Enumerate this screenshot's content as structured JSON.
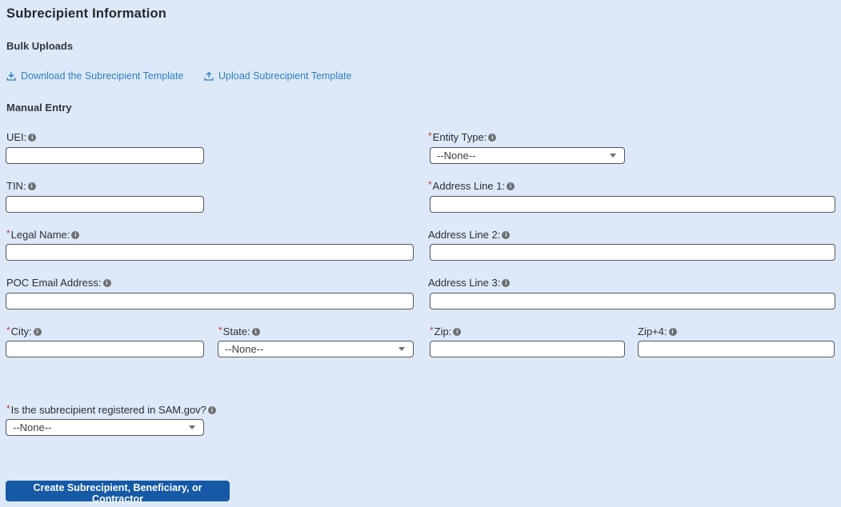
{
  "header": {
    "title": "Subrecipient Information"
  },
  "bulk_uploads": {
    "heading": "Bulk Uploads",
    "download_link": "Download the Subrecipient Template",
    "upload_link": "Upload Subrecipient Template"
  },
  "manual_entry": {
    "heading": "Manual Entry"
  },
  "fields": {
    "uei": {
      "label": "UEI:",
      "star": "",
      "value": ""
    },
    "entity_type": {
      "label": "Entity Type:",
      "star": "*",
      "value": "--None--"
    },
    "tin": {
      "label": "TIN:",
      "star": "",
      "value": ""
    },
    "address1": {
      "label": "Address Line 1:",
      "star": "*",
      "value": ""
    },
    "legal_name": {
      "label": "Legal Name:",
      "star": "*",
      "value": ""
    },
    "address2": {
      "label": "Address Line 2:",
      "star": "",
      "value": ""
    },
    "poc_email": {
      "label": "POC Email Address:",
      "star": "",
      "value": ""
    },
    "address3": {
      "label": "Address Line 3:",
      "star": "",
      "value": ""
    },
    "city": {
      "label": "City:",
      "star": "*",
      "value": ""
    },
    "state": {
      "label": "State:",
      "star": "*",
      "value": "--None--"
    },
    "zip": {
      "label": "Zip:",
      "star": "*",
      "value": ""
    },
    "zip4": {
      "label": "Zip+4:",
      "star": "",
      "value": ""
    },
    "sam_registered": {
      "label": "Is the subrecipient registered in SAM.gov?",
      "star": "*",
      "value": "--None--"
    }
  },
  "actions": {
    "create_button": "Create Subrecipient, Beneficiary, or Contractor"
  },
  "colors": {
    "background": "#dde9f8",
    "link": "#2e7fc1",
    "button": "#1659a7",
    "required_marker": "#c23934"
  }
}
